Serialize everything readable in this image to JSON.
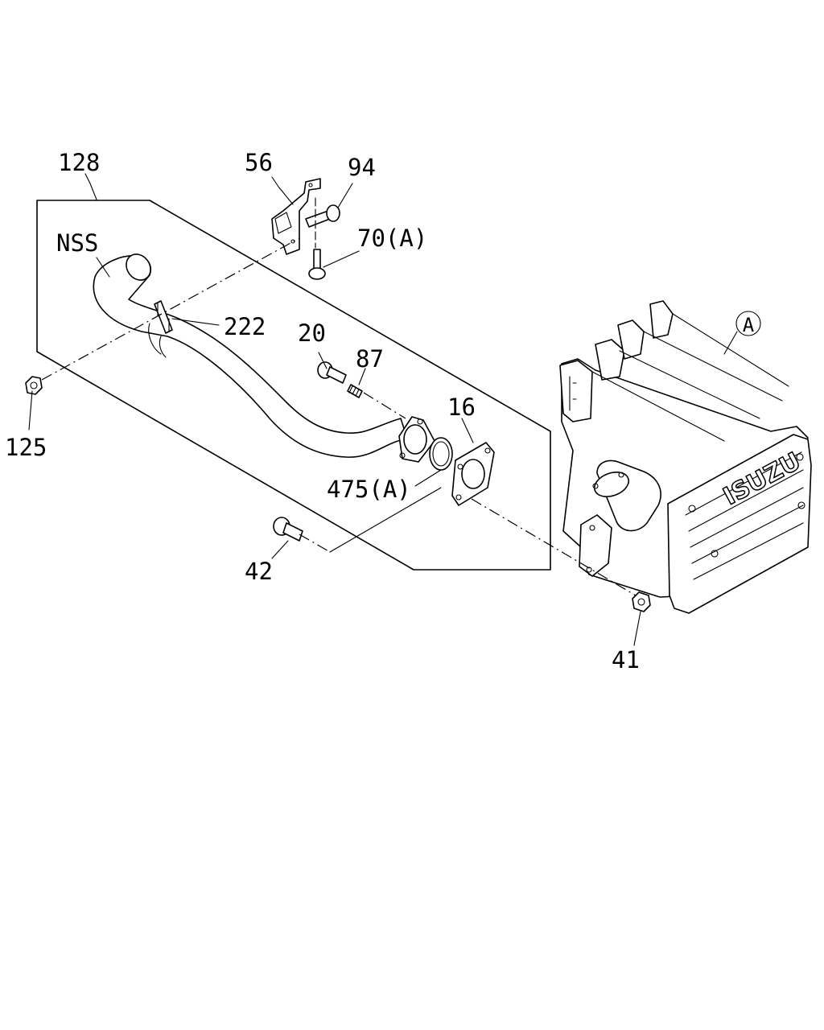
{
  "callouts": {
    "c128": "128",
    "c56": "56",
    "c94": "94",
    "c70a": "70(A)",
    "nss": "NSS",
    "c222": "222",
    "c20": "20",
    "c87": "87",
    "c16": "16",
    "c475a": "475(A)",
    "c125": "125",
    "c42": "42",
    "c41": "41",
    "ref_a": "A"
  },
  "muffler_logo": "ISUZU",
  "colors": {
    "ink": "#000000",
    "paper": "#ffffff"
  }
}
